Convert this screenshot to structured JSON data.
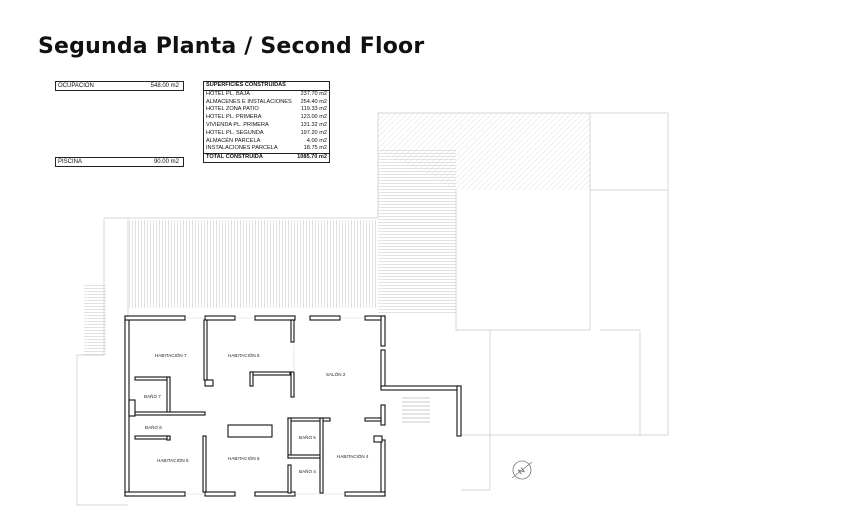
{
  "title": "Segunda Planta / Second Floor",
  "ocupacion": {
    "label": "OCUPACIÓN",
    "value": "548.00 m2"
  },
  "piscina": {
    "label": "PISCINA",
    "value": "90.00 m2"
  },
  "superficies": {
    "header": "SUPERFICIES CONSTRUIDAS",
    "rows": [
      {
        "label": "HOTEL PL. BAJA",
        "value": "237.70 m2"
      },
      {
        "label": "ALMACENES E INSTALACIONES",
        "value": "254.40 m2"
      },
      {
        "label": "HOTEL ZONA PATIO",
        "value": "119.33 m2"
      },
      {
        "label": "HOTEL PL. PRIMERA",
        "value": "123.00 m2"
      },
      {
        "label": "VIVIENDA PL. PRIMERA",
        "value": "131.32 m2"
      },
      {
        "label": "HOTEL PL. SEGUNDA",
        "value": "197.20 m2"
      },
      {
        "label": "ALMACÉN PARCELA",
        "value": "4.00 m2"
      },
      {
        "label": "INSTALACIONES PARCELA",
        "value": "18.75 m2"
      }
    ],
    "total": {
      "label": "TOTAL CONSTRUIDA",
      "value": "1085.70 m2"
    }
  },
  "rooms": {
    "habitacion7": "HABITACIÓN 7",
    "habitacion8": "HABITACIÓN 8",
    "salon2": "SALÓN 2",
    "bano7": "BAÑO 7",
    "bano6": "BAÑO 6",
    "bano5": "BAÑO 5",
    "bano4": "BAÑO 4",
    "habitacion6": "HABITACIÓN 6",
    "habitacion5": "HABITACIÓN 5",
    "habitacion4": "HABITACIÓN 4"
  },
  "north_symbol": "N"
}
